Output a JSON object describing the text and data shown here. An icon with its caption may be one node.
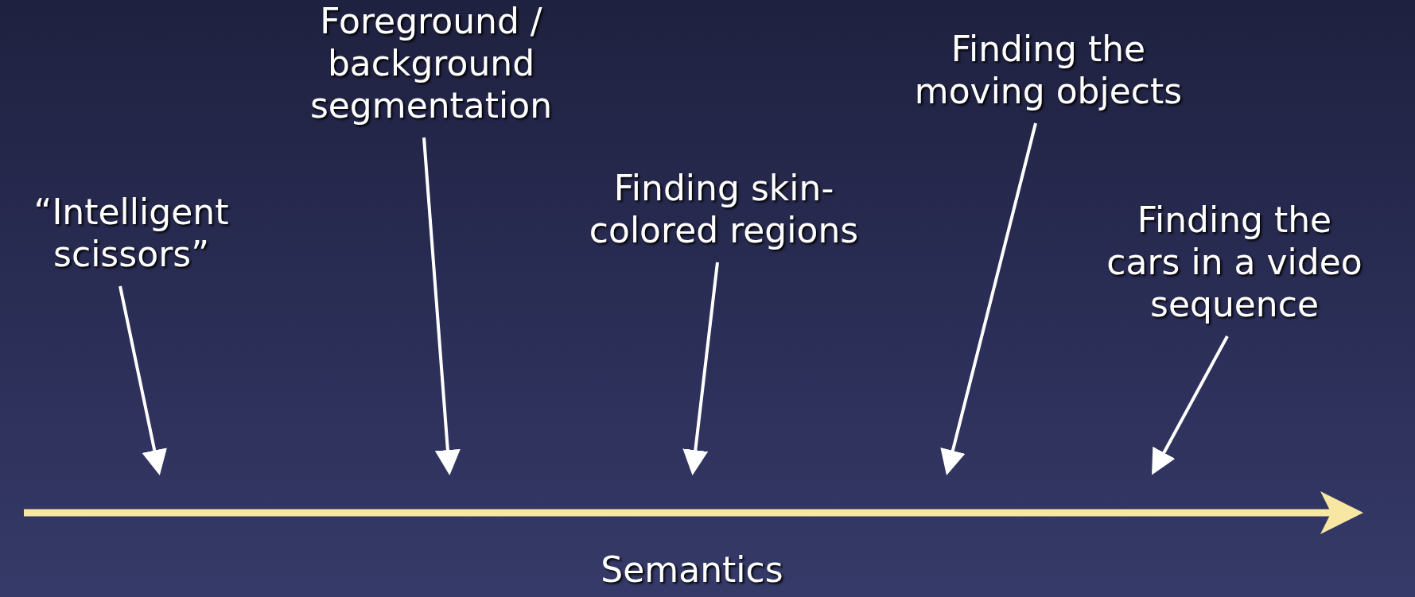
{
  "diagram": {
    "nodes": [
      {
        "text": [
          "“Intelligent scissors”"
        ]
      },
      {
        "text": [
          "Foreground / background segmentation"
        ]
      },
      {
        "text": [
          "Finding skin-colored regions"
        ]
      },
      {
        "text": [
          "Finding the moving objects"
        ]
      },
      {
        "text": [
          "Finding the cars in a video sequence"
        ]
      }
    ],
    "edges": [
      {
        "from": 0,
        "to": null,
        "arrow": "to"
      },
      {
        "from": 1,
        "to": null,
        "arrow": "to"
      },
      {
        "from": 2,
        "to": null,
        "arrow": "to"
      },
      {
        "from": 3,
        "to": null,
        "arrow": "to"
      },
      {
        "from": 4,
        "to": null,
        "arrow": "to"
      }
    ],
    "labels": [
      "Semantics"
    ]
  }
}
